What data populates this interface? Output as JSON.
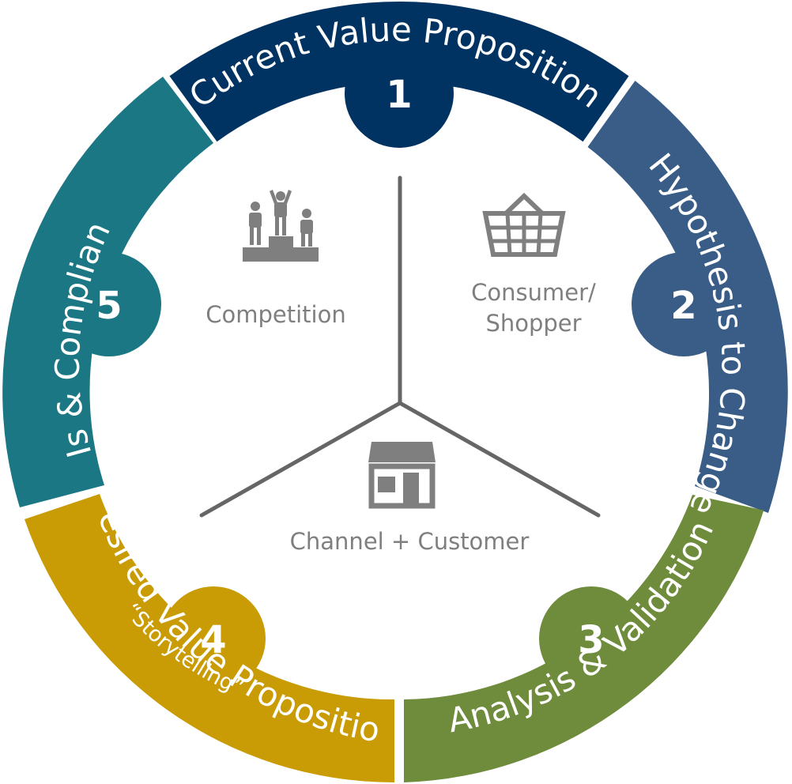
{
  "segments": [
    {
      "number": "1",
      "label": "Current Value Proposition",
      "color": "#003262"
    },
    {
      "number": "2",
      "label": "Hypothesis to Change",
      "color": "#395d87"
    },
    {
      "number": "3",
      "label": "Analysis & Validation",
      "color": "#6e8c3b"
    },
    {
      "number": "4",
      "label": "Desired Value Proposition",
      "sublabel": "“Storytelling”",
      "color": "#c99b04"
    },
    {
      "number": "5",
      "label": "KPIs & Compliance",
      "color": "#1b7784"
    }
  ],
  "center": {
    "competition": {
      "label": "Competition",
      "icon": "podium-icon"
    },
    "consumer": {
      "line1": "Consumer/",
      "line2": "Shopper",
      "icon": "shopping-basket-icon"
    },
    "channel": {
      "label": "Channel + Customer",
      "icon": "storefront-icon"
    },
    "divider_color": "#666666",
    "icon_color": "#7f7f7f"
  }
}
